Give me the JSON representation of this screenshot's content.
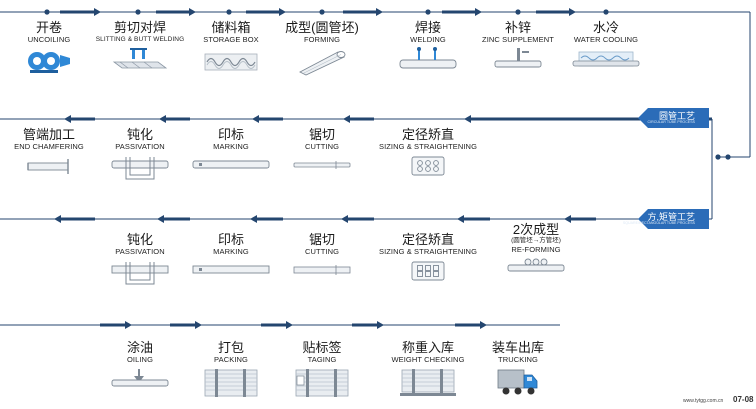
{
  "rows": [
    [
      {
        "id": "uncoiling",
        "cn": "开卷",
        "en": "UNCOILING",
        "icon": "uncoiler-icon"
      },
      {
        "id": "slitting",
        "cn": "剪切对焊",
        "en": "SLITTING & BUTT WELDING",
        "icon": "slitting-welder-icon"
      },
      {
        "id": "storage",
        "cn": "储料箱",
        "en": "STORAGE BOX",
        "icon": "storage-box-icon"
      },
      {
        "id": "forming",
        "cn": "成型(圆管坯)",
        "en": "FORMING",
        "icon": "forming-roll-icon"
      },
      {
        "id": "welding",
        "cn": "焊接",
        "en": "WELDING",
        "icon": "welding-icon"
      },
      {
        "id": "zinc",
        "cn": "补锌",
        "en": "ZINC SUPPLEMENT",
        "icon": "zinc-spray-icon"
      },
      {
        "id": "cooling",
        "cn": "水冷",
        "en": "WATER COOLING",
        "icon": "water-cooling-icon"
      }
    ],
    [
      {
        "id": "chamfering",
        "cn": "管端加工",
        "en": "END CHAMFERING",
        "icon": "pipe-end-icon"
      },
      {
        "id": "passivation1",
        "cn": "钝化",
        "en": "PASSIVATION",
        "icon": "passivation-tank-icon"
      },
      {
        "id": "marking1",
        "cn": "印标",
        "en": "MARKING",
        "icon": "marking-pipe-icon"
      },
      {
        "id": "cutting1",
        "cn": "锯切",
        "en": "CUTTING",
        "icon": "saw-cut-icon"
      },
      {
        "id": "sizing1",
        "cn": "定径矫直",
        "en": "SIZING & STRAIGHTENING",
        "icon": "sizing-rolls-icon"
      }
    ],
    [
      {
        "id": "passivation2",
        "cn": "钝化",
        "en": "PASSIVATION",
        "icon": "passivation-tank-icon"
      },
      {
        "id": "marking2",
        "cn": "印标",
        "en": "MARKING",
        "icon": "marking-square-pipe-icon"
      },
      {
        "id": "cutting2",
        "cn": "锯切",
        "en": "CUTTING",
        "icon": "square-cut-icon"
      },
      {
        "id": "sizing2",
        "cn": "定径矫直",
        "en": "SIZING & STRAIGHTENING",
        "icon": "sizing-rolls-icon"
      },
      {
        "id": "reforming",
        "cn": "2次成型",
        "note": "(圆管坯→方管坯)",
        "en": "RE-FORMING",
        "icon": "reforming-rolls-icon"
      }
    ],
    [
      {
        "id": "oiling",
        "cn": "涂油",
        "en": "OILING",
        "icon": "oiling-icon"
      },
      {
        "id": "packing",
        "cn": "打包",
        "en": "PACKING",
        "icon": "pipe-bundle-icon"
      },
      {
        "id": "taging",
        "cn": "贴标签",
        "en": "TAGING",
        "icon": "tagged-bundle-icon"
      },
      {
        "id": "weighing",
        "cn": "称重入库",
        "en": "WEIGHT CHECKING",
        "icon": "weighing-bundle-icon"
      },
      {
        "id": "trucking",
        "cn": "装车出库",
        "en": "TRUCKING",
        "icon": "truck-icon"
      }
    ]
  ],
  "tags": {
    "round": {
      "cn": "圆管工艺",
      "en": "CIRCULAR TUBE PROCESS"
    },
    "square": {
      "cn": "方,矩管工艺",
      "en": "SQUARE/RECTANGULAR TUBE PROCESS"
    }
  },
  "footer": {
    "site": "www.tytgg.com.cn",
    "code": "07-08"
  },
  "colors": {
    "arrow": "#24466f",
    "tag": "#2b6cb8",
    "line": "#24466f"
  }
}
